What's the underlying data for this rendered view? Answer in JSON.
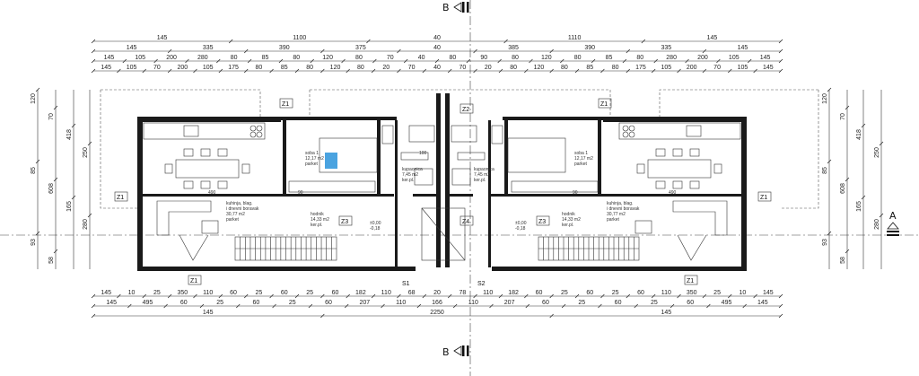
{
  "section_marks": {
    "top": "B",
    "bottom": "B",
    "right": "A"
  },
  "dim_rows_top": [
    [
      "145",
      "1100",
      "40",
      "1110",
      "145"
    ],
    [
      "145",
      "335",
      "390",
      "375",
      "40",
      "385",
      "390",
      "335",
      "145"
    ],
    [
      "145",
      "105",
      "200",
      "280",
      "80",
      "85",
      "80",
      "120",
      "80",
      "70",
      "40",
      "80",
      "90",
      "80",
      "120",
      "80",
      "85",
      "80",
      "280",
      "200",
      "105",
      "145"
    ],
    [
      "145",
      "105",
      "70",
      "200",
      "105",
      "175",
      "80",
      "85",
      "80",
      "120",
      "80",
      "20",
      "70",
      "40",
      "70",
      "20",
      "80",
      "120",
      "80",
      "85",
      "80",
      "175",
      "105",
      "200",
      "70",
      "105",
      "145"
    ]
  ],
  "dim_rows_bottom": [
    [
      "145",
      "10",
      "25",
      "350",
      "110",
      "60",
      "25",
      "60",
      "25",
      "60",
      "182",
      "110",
      "68",
      "20",
      "78",
      "110",
      "182",
      "60",
      "25",
      "60",
      "25",
      "60",
      "110",
      "350",
      "25",
      "10",
      "145"
    ],
    [
      "145",
      "495",
      "60",
      "25",
      "60",
      "25",
      "60",
      "207",
      "110",
      "166",
      "110",
      "207",
      "60",
      "25",
      "60",
      "25",
      "60",
      "495",
      "145"
    ],
    [
      "145",
      "2250",
      "145"
    ]
  ],
  "dim_cols_left": [
    "120",
    "70",
    "418",
    "250",
    "85",
    "608",
    "165",
    "280",
    "93",
    "58"
  ],
  "dim_cols_right": [
    "120",
    "70",
    "418",
    "250",
    "85",
    "608",
    "165",
    "280",
    "93",
    "58"
  ],
  "tags": {
    "z1": "Z1",
    "z2": "Z2",
    "z3": "Z3",
    "z4": "Z4",
    "s1": "S1",
    "s2": "S2"
  },
  "rooms": {
    "left_living": [
      "kuhinja, blag.",
      "i dnevni boravak",
      "30,77 m2",
      "parket"
    ],
    "right_living": [
      "kuhinja, blag.",
      "i dnevni boravak",
      "30,77 m2",
      "parket"
    ],
    "left_bed": [
      "soba 1",
      "12,17 m2",
      "parket"
    ],
    "right_bed": [
      "soba 1",
      "12,17 m2",
      "parket"
    ],
    "left_bath": [
      "kupaonica",
      "7,45 m2",
      "ker.pl."
    ],
    "right_bath": [
      "kupaonica",
      "7,45 m2",
      "ker.pl."
    ],
    "left_hall": [
      "hodnik",
      "14,33 m2",
      "ker.pl."
    ],
    "right_hall": [
      "hodnik",
      "14,33 m2",
      "ker.pl."
    ],
    "left_level": [
      "±0,00",
      "-0,18"
    ],
    "right_level": [
      "±0,00",
      "-0,18"
    ]
  },
  "misc_dims": {
    "living_width": "490",
    "bed_door": "90",
    "bath_top": "100"
  }
}
